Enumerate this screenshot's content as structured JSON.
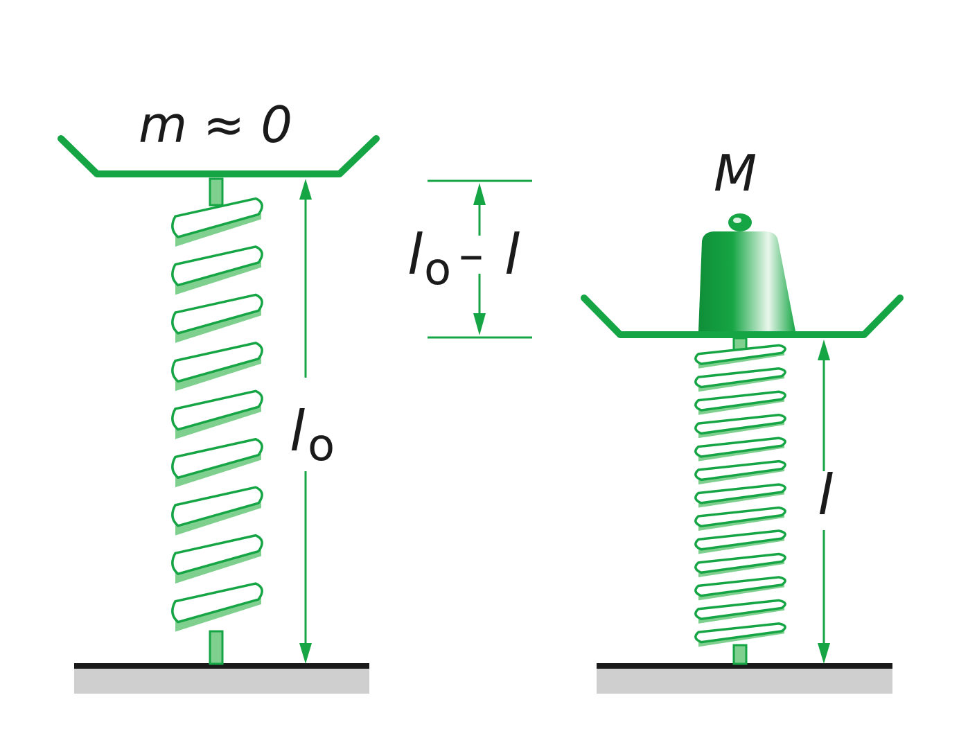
{
  "labels": {
    "left_mass": "m ≈ 0",
    "left_length_l": "l",
    "left_length_sub": "o",
    "diff_l": "l",
    "diff_sub": "o",
    "diff_minus": "–",
    "diff_l2": "l",
    "right_mass": "M",
    "right_length": "l"
  },
  "colors": {
    "green": "#16a544",
    "green_light": "#7fcf8f",
    "ground_dark": "#1a1a1a",
    "ground_light": "#cfcfcf"
  }
}
